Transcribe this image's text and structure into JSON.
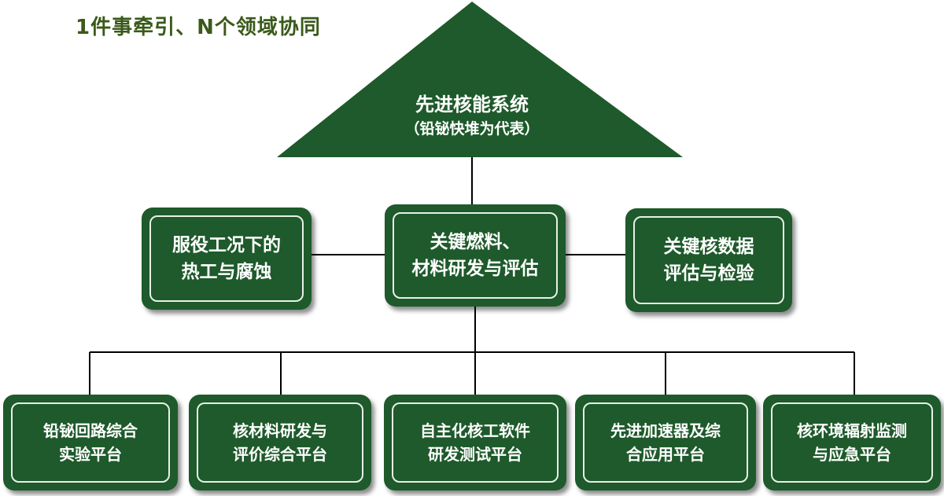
{
  "title": "1件事牵引、N个领域协同",
  "root": {
    "line1": "先进核能系统",
    "line2": "（铅铋快堆为代表）"
  },
  "middle": [
    {
      "line1": "服役工况下的",
      "line2": "热工与腐蚀"
    },
    {
      "line1": "关键燃料、",
      "line2": "材料研发与评估"
    },
    {
      "line1": "关键核数据",
      "line2": "评估与检验"
    }
  ],
  "bottom": [
    {
      "line1": "铅铋回路综合",
      "line2": "实验平台"
    },
    {
      "line1": "核材料研发与",
      "line2": "评价综合平台"
    },
    {
      "line1": "自主化核工软件",
      "line2": "研发测试平台"
    },
    {
      "line1": "先进加速器及综",
      "line2": "合应用平台"
    },
    {
      "line1": "核环境辐射监测",
      "line2": "与应急平台"
    }
  ],
  "colors": {
    "box": "#1e5a2b",
    "title": "#3a5a1a",
    "line": "#000000"
  }
}
